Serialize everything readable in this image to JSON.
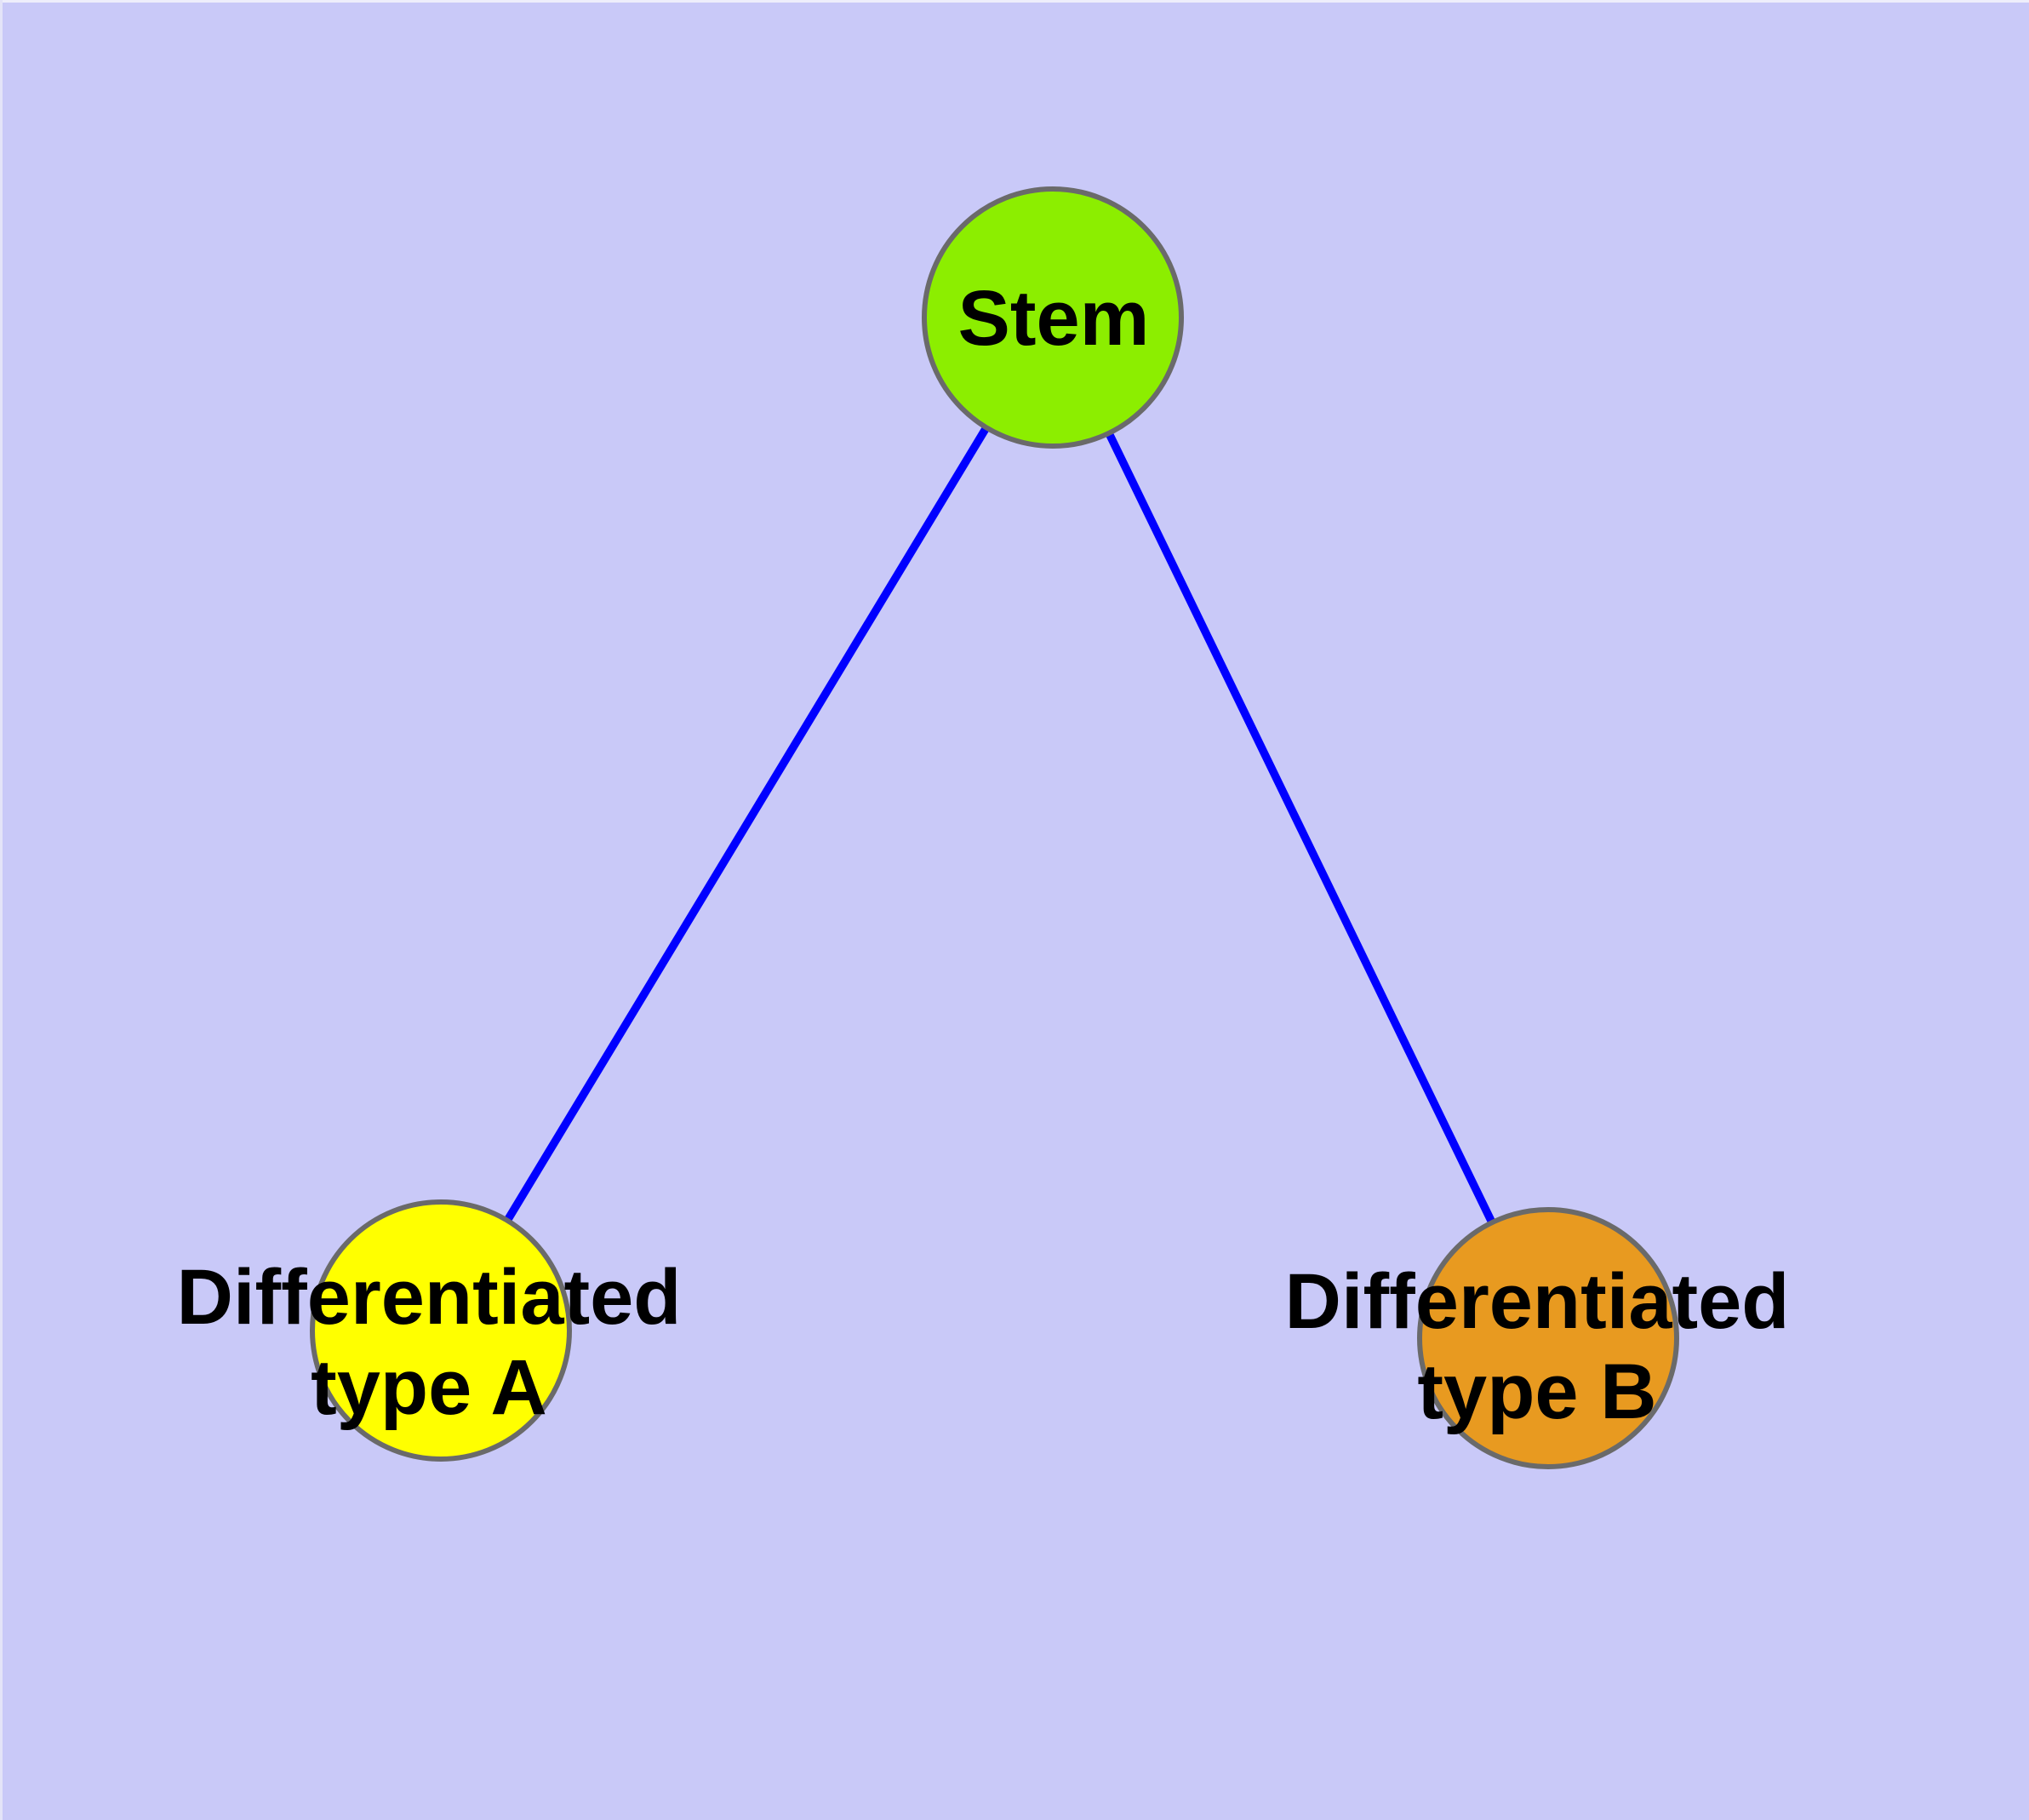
{
  "diagram": {
    "background_color": "#c9c9f8",
    "edge_color": "#0000ff",
    "node_border_color": "#6a6a6a",
    "text_color": "#000000",
    "nodes": {
      "stem": {
        "label": "Stem",
        "fill": "#8cee00"
      },
      "type_a": {
        "label_line1": "Differentiated",
        "label_line2": "type A",
        "fill": "#ffff00"
      },
      "type_b": {
        "label_line1": "Differentiated",
        "label_line2": "type B",
        "fill": "#e89a20"
      }
    },
    "edges": [
      {
        "from": "Stem",
        "to": "Differentiated type A"
      },
      {
        "from": "Stem",
        "to": "Differentiated type B"
      }
    ]
  }
}
